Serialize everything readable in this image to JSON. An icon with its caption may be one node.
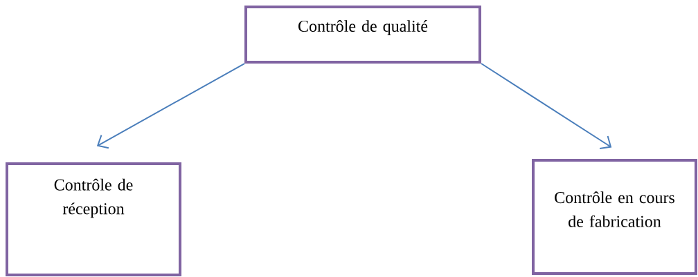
{
  "diagram": {
    "nodes": [
      {
        "text": [
          "Contrôle de qualité"
        ]
      },
      {
        "text": [
          "Contrôle de réception"
        ]
      },
      {
        "text": [
          "Contrôle en cours de fabrication"
        ]
      }
    ],
    "edges": [
      {
        "from": 0,
        "to": 1,
        "arrow": "to"
      },
      {
        "from": 0,
        "to": 2,
        "arrow": "to"
      }
    ]
  }
}
